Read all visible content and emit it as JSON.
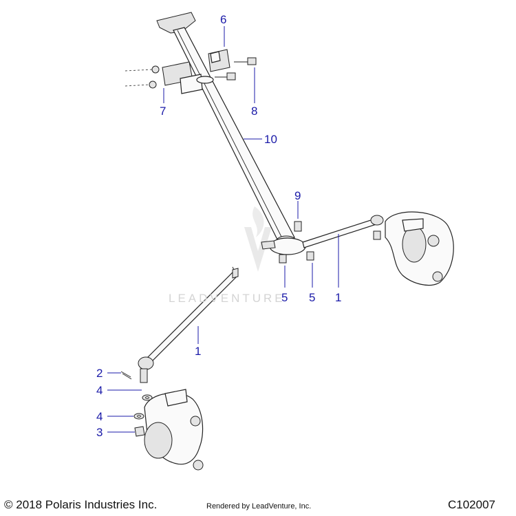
{
  "diagram": {
    "callouts": {
      "c1a": "1",
      "c1b": "1",
      "c2": "2",
      "c3": "3",
      "c4a": "4",
      "c4b": "4",
      "c5a": "5",
      "c5b": "5",
      "c6": "6",
      "c7": "7",
      "c8": "8",
      "c9": "9",
      "c10": "10"
    },
    "callout_color": "#1a1aa8"
  },
  "watermark": "LEADVENTURE",
  "footer": {
    "copyright": "© 2018 Polaris Industries Inc.",
    "rendered_by": "Rendered by LeadVenture, Inc.",
    "figure_code": "C102007"
  }
}
